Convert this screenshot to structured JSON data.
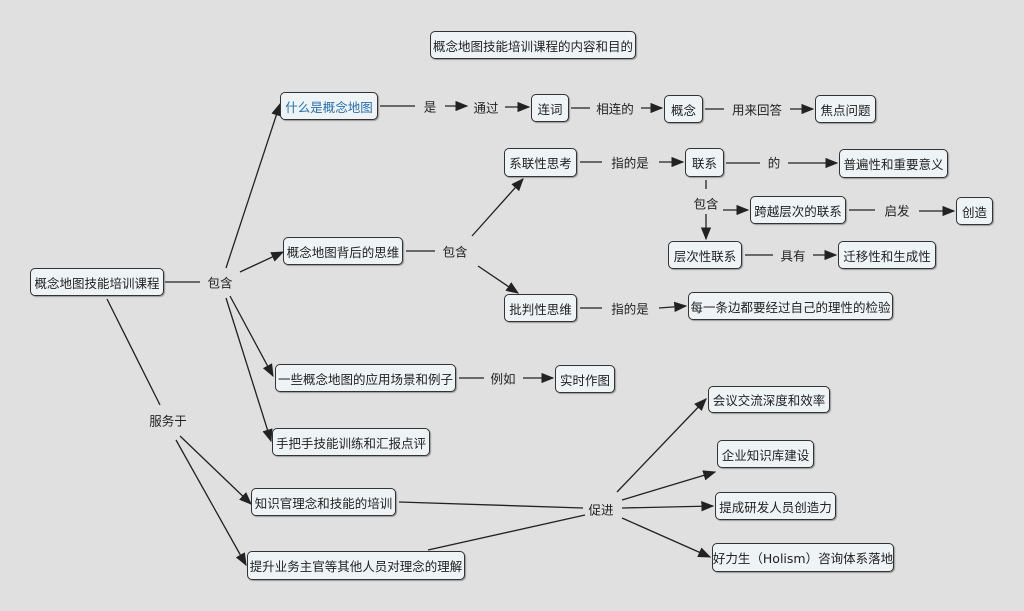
{
  "title": "概念地图技能培训课程的内容和目的",
  "nodes": {
    "root": "概念地图技能培训课程",
    "what": "什么是概念地图",
    "connective": "连词",
    "concept": "概念",
    "focus": "焦点问题",
    "thinking": "概念地图背后的思维",
    "systemic": "系联性思考",
    "link": "联系",
    "universal": "普遍性和重要意义",
    "crosslevel": "跨越层次的联系",
    "create": "创造",
    "hierarchical": "层次性联系",
    "transfer": "迁移性和生成性",
    "critical": "批判性思维",
    "verify": "每一条边都要经过自己的理性的检验",
    "apps": "一些概念地图的应用场景和例子",
    "realtime": "实时作图",
    "handson": "手把手技能训练和汇报点评",
    "training": "知识官理念和技能的培训",
    "understanding": "提升业务主官等其他人员对理念的理解",
    "meeting": "会议交流深度和效率",
    "kb": "企业知识库建设",
    "rd": "提成研发人员创造力",
    "holism": "好力生（Holism）咨询体系落地"
  },
  "links": {
    "contains1": "包含",
    "is": "是",
    "via": "通过",
    "connected": "相连的",
    "answer": "用来回答",
    "contains2": "包含",
    "refers1": "指的是",
    "of": "的",
    "contains3": "包含",
    "inspire": "启发",
    "has": "具有",
    "refers2": "指的是",
    "example": "例如",
    "serves": "服务于",
    "promote": "促进"
  },
  "colors": {
    "highlight": "#2a6fa8"
  }
}
